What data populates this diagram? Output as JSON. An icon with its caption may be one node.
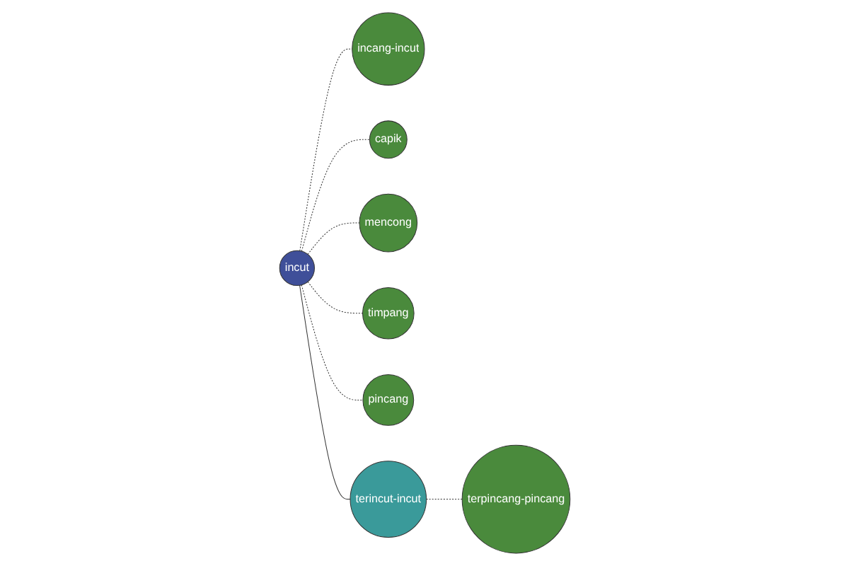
{
  "diagram": {
    "nodes": [
      {
        "text": [
          "incang-incut"
        ]
      },
      {
        "text": [
          "capik"
        ]
      },
      {
        "text": [
          "incut"
        ]
      },
      {
        "text": [
          "mencong"
        ]
      },
      {
        "text": [
          "timpang"
        ]
      },
      {
        "text": [
          "pincang"
        ]
      },
      {
        "text": [
          "terincut-incut"
        ]
      },
      {
        "text": [
          "terpincang-pincang"
        ]
      }
    ],
    "edges": [
      {
        "from": 2,
        "to": 0,
        "arrow": "none",
        "style": "dashed"
      },
      {
        "from": 2,
        "to": 1,
        "arrow": "none",
        "style": "dashed"
      },
      {
        "from": 2,
        "to": 3,
        "arrow": "none",
        "style": "dashed"
      },
      {
        "from": 2,
        "to": 4,
        "arrow": "none",
        "style": "dashed"
      },
      {
        "from": 2,
        "to": 5,
        "arrow": "none",
        "style": "dashed"
      },
      {
        "from": 2,
        "to": 6,
        "arrow": "none"
      },
      {
        "from": 6,
        "to": 7,
        "arrow": "none",
        "style": "dashed"
      }
    ]
  }
}
